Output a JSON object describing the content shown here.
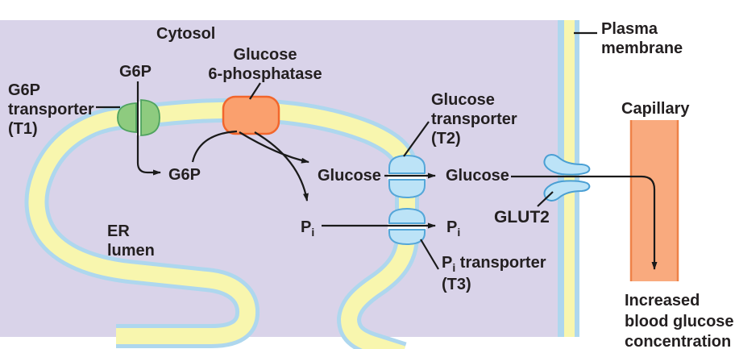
{
  "figure": {
    "regions": {
      "cytosol": "Cytosol",
      "er_lumen": {
        "line1": "ER",
        "line2": "lumen"
      },
      "plasma_membrane": {
        "line1": "Plasma",
        "line2": "membrane"
      },
      "capillary": "Capillary"
    },
    "labels": {
      "g6p_top": "G6P",
      "t1": {
        "line1": "G6P",
        "line2": "transporter",
        "line3": "(T1)"
      },
      "enzyme": {
        "line1": "Glucose",
        "line2": "6-phosphatase"
      },
      "g6p_lumen": "G6P",
      "glucose_lumen": "Glucose",
      "pi_lumen": {
        "base": "P",
        "sub": "i"
      },
      "t2": {
        "line1": "Glucose",
        "line2": "transporter",
        "line3": "(T2)"
      },
      "glucose_cytosol": "Glucose",
      "pi_cytosol": {
        "base": "P",
        "sub": "i"
      },
      "glut2": "GLUT2",
      "t3": {
        "base": "P",
        "sub": "i",
        "rest": " transporter",
        "line2": "(T3)"
      },
      "outcome": {
        "line1": "Increased",
        "line2": "blood glucose",
        "line3": "concentration"
      }
    },
    "colors": {
      "cytosol_fill": "#d9d3e9",
      "membrane_yellow": "#f8f6ae",
      "membrane_blue": "#aed7ee",
      "t1_green_fill": "#8ecb7f",
      "t1_green_stroke": "#4ea25e",
      "transporter_blue_fill": "#bce3f7",
      "transporter_blue_stroke": "#55a7d9",
      "enzyme_fill": "#faa06e",
      "enzyme_stroke": "#f2662c",
      "capillary_fill": "#f9aa7e",
      "capillary_stroke": "#ee8248",
      "line_color": "#1a1a1a",
      "text_color": "#231f20"
    }
  }
}
